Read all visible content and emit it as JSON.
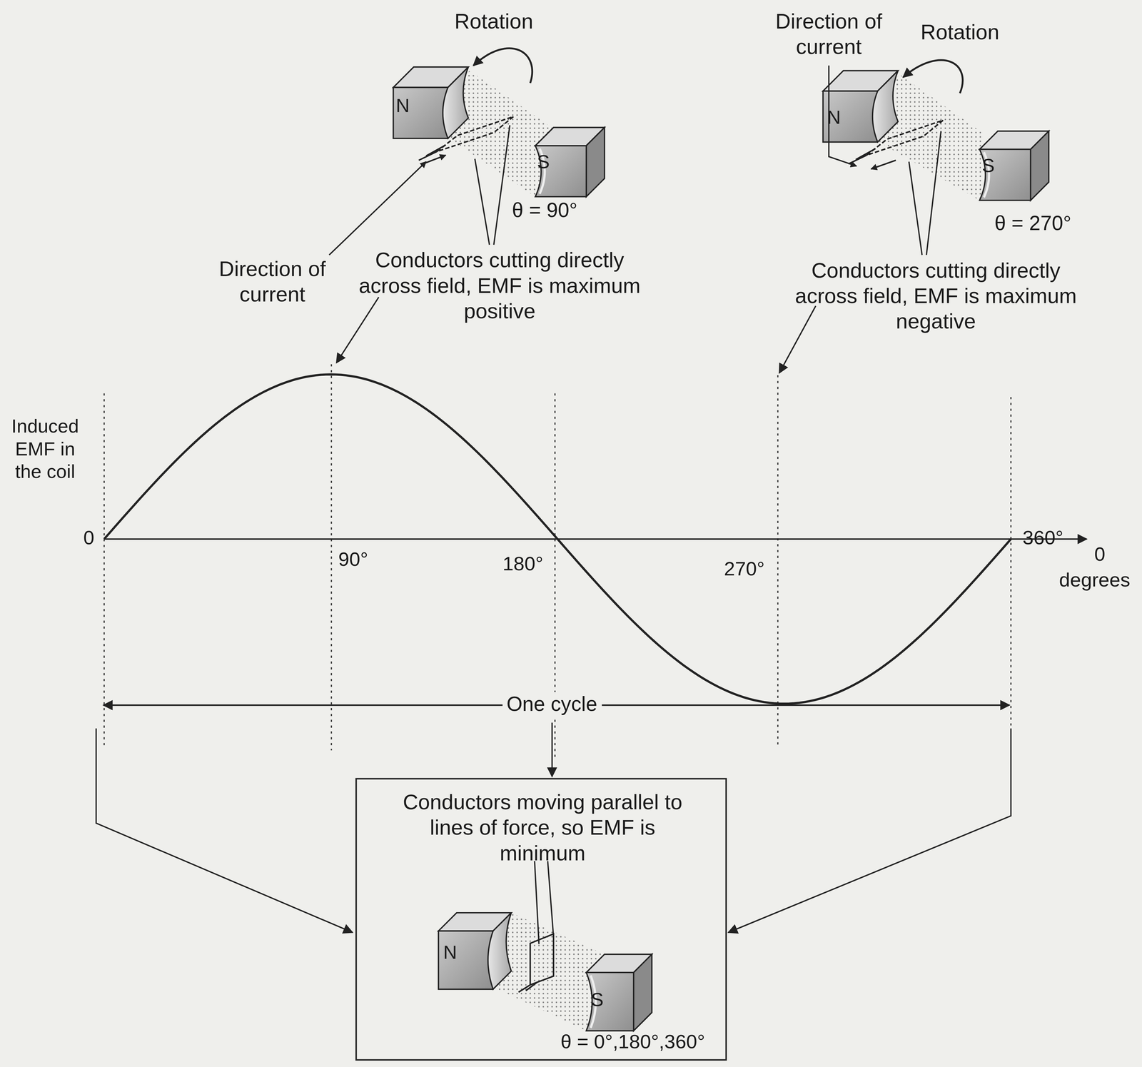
{
  "diagram": {
    "nodes": [
      {
        "text": [
          "Conductors moving parallel to lines of force, so EMF is minimum",
          "θ = 0°,180°,360°"
        ]
      }
    ],
    "labels": [
      "Rotation",
      "N",
      "S",
      "θ = 90°",
      "Direction of current",
      "Conductors cutting directly across field, EMF is maximum positive",
      "Direction of current",
      "Rotation",
      "N",
      "S",
      "θ = 270°",
      "Conductors cutting directly across field, EMF is maximum negative",
      "Induced EMF in the coil",
      "0",
      "90°",
      "180°",
      "270°",
      "360°",
      "0",
      "degrees",
      "One cycle",
      "N",
      "S"
    ]
  }
}
